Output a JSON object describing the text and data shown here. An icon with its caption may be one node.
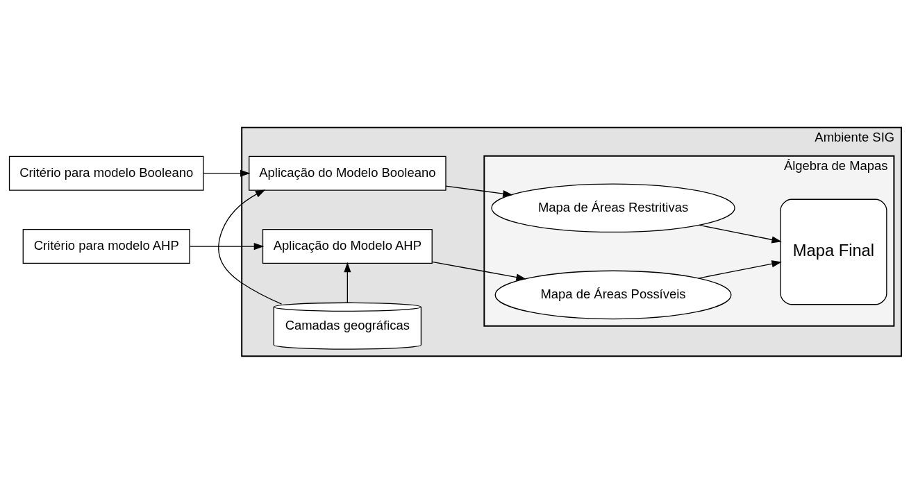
{
  "diagram": {
    "nodes": [
      {
        "text": [
          "Critério para modelo Booleano"
        ]
      },
      {
        "text": [
          "Ambiente SIG"
        ]
      },
      {
        "text": [
          "Aplicação do Modelo Booleano"
        ],
        "in": 1
      },
      {
        "text": [
          "Álgebra de Mapas"
        ],
        "in": 1
      },
      {
        "text": [
          "Mapa de Áreas Restritivas"
        ],
        "in": 3
      },
      {
        "text": [
          "Mapa Final"
        ],
        "in": 3
      },
      {
        "text": [
          "Camadas geográficas"
        ],
        "in": 1
      },
      {
        "text": [
          "Critério para modelo AHP"
        ]
      },
      {
        "text": [
          "Aplicação do Modelo AHP"
        ],
        "in": 1
      },
      {
        "text": [
          "Mapa de Áreas Possíveis"
        ],
        "in": 3
      }
    ],
    "edges": [
      {
        "from": 0,
        "to": 2,
        "arrow": "to"
      },
      {
        "from": 2,
        "to": 4,
        "arrow": "to"
      },
      {
        "from": 4,
        "to": 5,
        "arrow": "to"
      },
      {
        "from": 6,
        "to": 2,
        "arrow": "to"
      },
      {
        "from": 6,
        "to": 8,
        "arrow": "to"
      },
      {
        "from": 7,
        "to": 8,
        "arrow": "to"
      },
      {
        "from": 8,
        "to": 9,
        "arrow": "to"
      },
      {
        "from": 9,
        "to": 5,
        "arrow": "to"
      }
    ]
  }
}
